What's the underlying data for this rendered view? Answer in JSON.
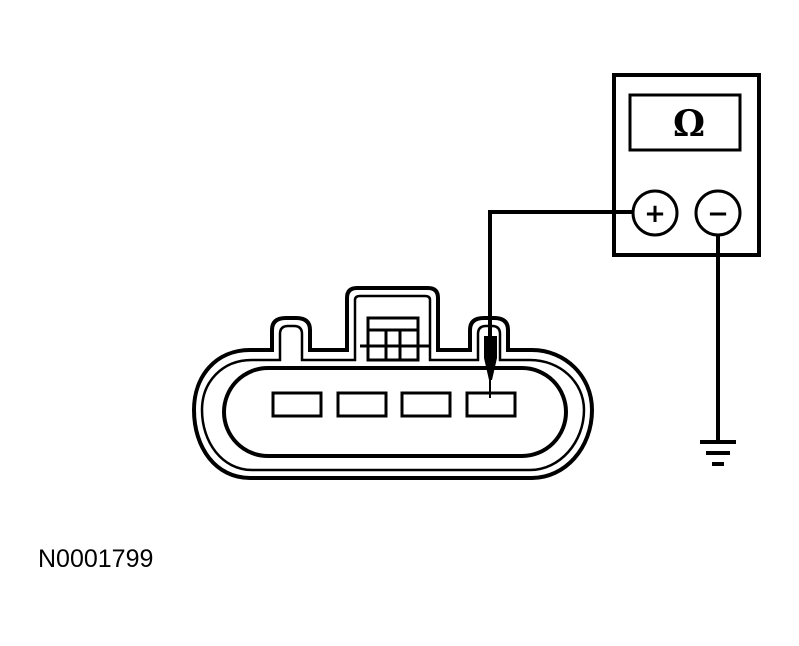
{
  "figure_id": "N0001799",
  "meter": {
    "display_symbol": "Ω",
    "positive_terminal": "+",
    "negative_terminal": "−"
  },
  "connector": {
    "pin_count": 4,
    "probed_pin": 4
  },
  "icons": [
    "ohmmeter-icon",
    "ground-symbol-icon",
    "connector-icon",
    "test-probe-icon"
  ]
}
